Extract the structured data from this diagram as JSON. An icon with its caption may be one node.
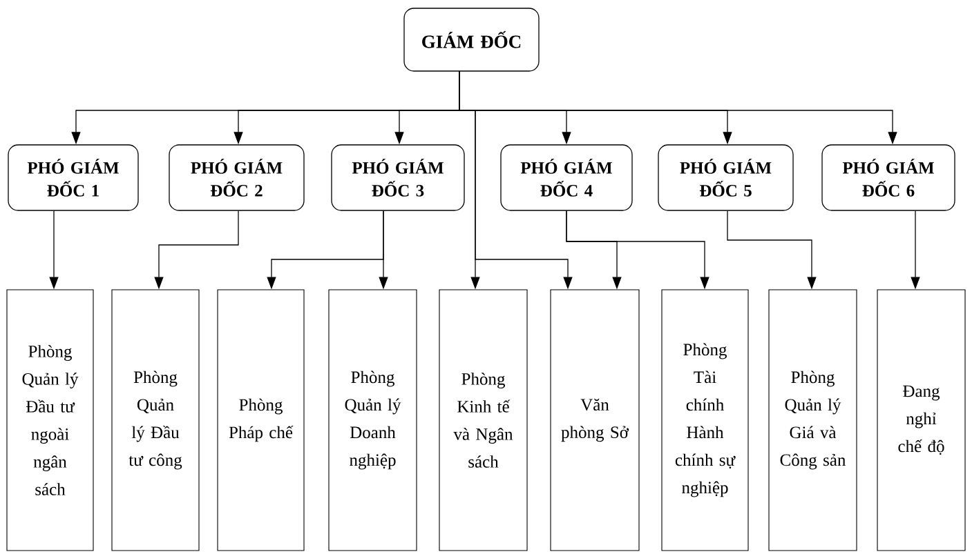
{
  "diagram": {
    "nodes": [
      {
        "text": [
          "GIÁM ĐỐC"
        ]
      },
      {
        "text": [
          "PHÓ GIÁM ĐỐC 1"
        ]
      },
      {
        "text": [
          "PHÓ GIÁM ĐỐC 2"
        ]
      },
      {
        "text": [
          "PHÓ GIÁM ĐỐC 3"
        ]
      },
      {
        "text": [
          "PHÓ GIÁM ĐỐC 4"
        ]
      },
      {
        "text": [
          "PHÓ GIÁM ĐỐC 5"
        ]
      },
      {
        "text": [
          "PHÓ GIÁM ĐỐC 6"
        ]
      },
      {
        "text": [
          "Phòng Quản lý Đầu tư ngoài ngân sách"
        ]
      },
      {
        "text": [
          "Phòng Quản lý Đầu tư công"
        ]
      },
      {
        "text": [
          "Phòng Pháp chế"
        ]
      },
      {
        "text": [
          "Phòng Quản lý Doanh nghiệp"
        ]
      },
      {
        "text": [
          "Phòng Kinh tế và Ngân sách"
        ]
      },
      {
        "text": [
          "Văn phòng Sở"
        ]
      },
      {
        "text": [
          "Phòng Tài chính Hành chính sự nghiệp"
        ]
      },
      {
        "text": [
          "Phòng Quản lý Giá và Công sản"
        ]
      },
      {
        "text": [
          "Đang nghỉ chế độ"
        ]
      }
    ],
    "edges": [
      {
        "from": 0,
        "to": 1,
        "arrow": "to"
      },
      {
        "from": 0,
        "to": 2,
        "arrow": "to"
      },
      {
        "from": 0,
        "to": 3,
        "arrow": "to"
      },
      {
        "from": 0,
        "to": 4,
        "arrow": "to"
      },
      {
        "from": 0,
        "to": 5,
        "arrow": "to"
      },
      {
        "from": 0,
        "to": 6,
        "arrow": "to"
      },
      {
        "from": 0,
        "to": 11,
        "arrow": "to"
      },
      {
        "from": 0,
        "to": 12,
        "arrow": "to"
      },
      {
        "from": 1,
        "to": 7,
        "arrow": "to"
      },
      {
        "from": 2,
        "to": 8,
        "arrow": "to"
      },
      {
        "from": 3,
        "to": 9,
        "arrow": "to"
      },
      {
        "from": 3,
        "to": 10,
        "arrow": "to"
      },
      {
        "from": 4,
        "to": 12,
        "arrow": "to"
      },
      {
        "from": 4,
        "to": 13,
        "arrow": "to"
      },
      {
        "from": 5,
        "to": 14,
        "arrow": "to"
      },
      {
        "from": 6,
        "to": 15,
        "arrow": "to"
      }
    ]
  }
}
